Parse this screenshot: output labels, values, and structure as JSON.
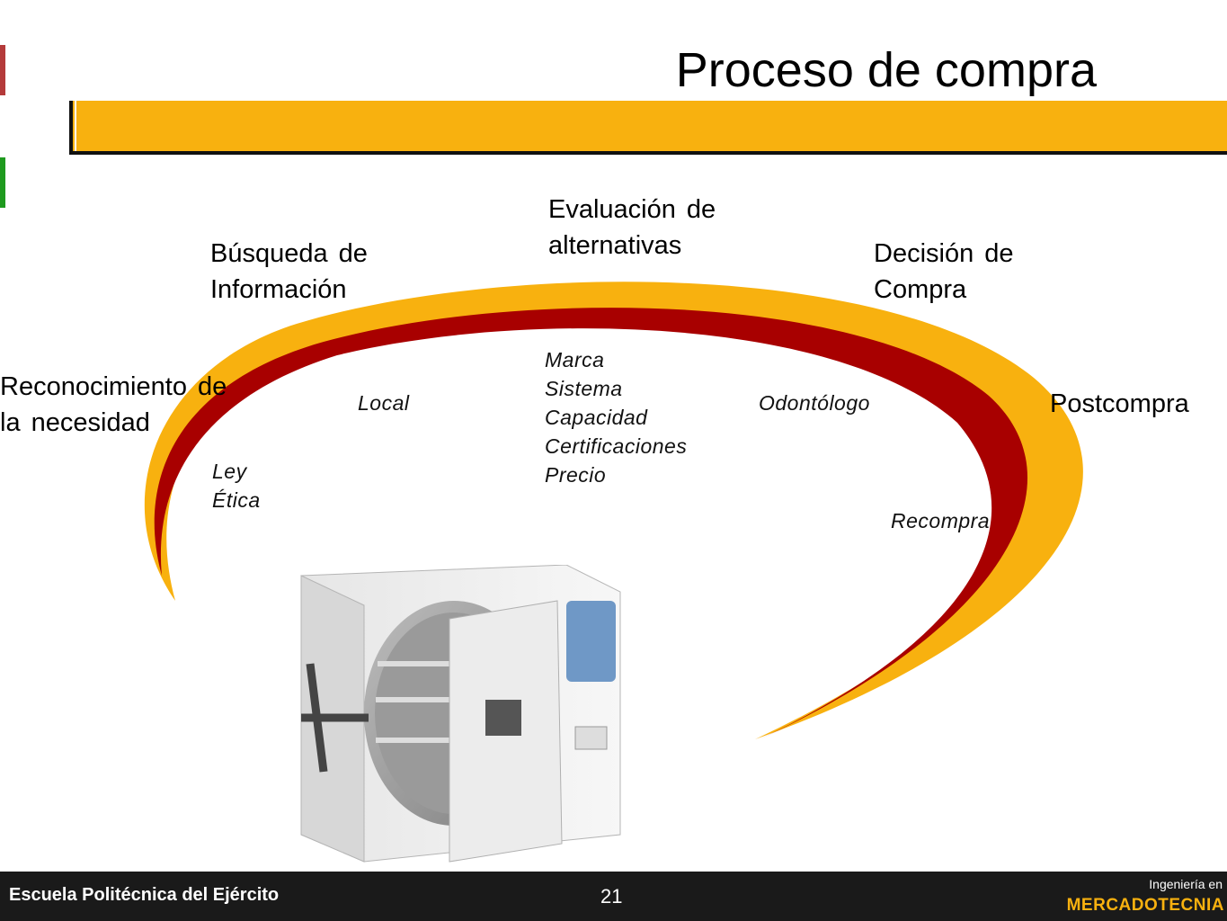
{
  "title": "Proceso de compra",
  "stages": {
    "reconocimiento": [
      "Reconocimiento de",
      "la necesidad"
    ],
    "busqueda": [
      "Búsqueda de",
      "Información"
    ],
    "evaluacion": [
      "Evaluación de",
      "alternativas"
    ],
    "decision": [
      "Decisión de",
      "Compra"
    ],
    "postcompra": "Postcompra"
  },
  "details": {
    "reconocimiento": [
      "Ley",
      "Ética"
    ],
    "busqueda": "Local",
    "evaluacion": [
      "Marca",
      "Sistema",
      "Capacidad",
      "Certificaciones",
      "Precio"
    ],
    "decision": "Odontólogo",
    "postcompra": "Recompra"
  },
  "footer": {
    "school": "Escuela Politécnica del Ejército",
    "page": "21",
    "program_line1": "Ingeniería en",
    "program_line2": "MERCADOTECNIA"
  },
  "colors": {
    "accent_yellow": "#f8b10f",
    "accent_red": "#a80000",
    "footer_bg": "#1a1a1a"
  }
}
